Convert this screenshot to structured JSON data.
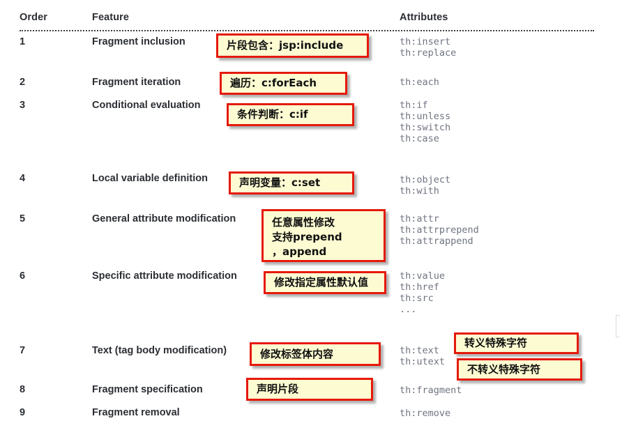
{
  "table": {
    "headers": {
      "order": "Order",
      "feature": "Feature",
      "attributes": "Attributes"
    },
    "rows": [
      {
        "order": "1",
        "feature": "Fragment inclusion",
        "attributes": "th:insert\nth:replace"
      },
      {
        "order": "2",
        "feature": "Fragment iteration",
        "attributes": "th:each"
      },
      {
        "order": "3",
        "feature": "Conditional evaluation",
        "attributes": "th:if\nth:unless\nth:switch\nth:case"
      },
      {
        "order": "4",
        "feature": "Local variable definition",
        "attributes": "th:object\nth:with"
      },
      {
        "order": "5",
        "feature": "General attribute modification",
        "attributes": "th:attr\nth:attrprepend\nth:attrappend"
      },
      {
        "order": "6",
        "feature": "Specific attribute modification",
        "attributes": "th:value\nth:href\nth:src\n..."
      },
      {
        "order": "7",
        "feature": "Text (tag body modification)",
        "attributes": "th:text\nth:utext"
      },
      {
        "order": "8",
        "feature": "Fragment specification",
        "attributes": "th:fragment"
      },
      {
        "order": "9",
        "feature": "Fragment removal",
        "attributes": "th:remove"
      }
    ]
  },
  "annotations": [
    {
      "id": "note-fragment-inclusion",
      "text": "片段包含：jsp:include"
    },
    {
      "id": "note-fragment-iteration",
      "text": "遍历：c:forEach"
    },
    {
      "id": "note-conditional",
      "text": "条件判断：c:if"
    },
    {
      "id": "note-local-variable",
      "text": "声明变量：c:set"
    },
    {
      "id": "note-general-attribute",
      "text": "任意属性修改\n支持prepend\n，append"
    },
    {
      "id": "note-specific-attribute",
      "text": "修改指定属性默认值"
    },
    {
      "id": "note-text-body",
      "text": "修改标签体内容"
    },
    {
      "id": "note-escape",
      "text": "转义特殊字符"
    },
    {
      "id": "note-unescape",
      "text": "不转义特殊字符"
    },
    {
      "id": "note-fragment-spec",
      "text": "声明片段"
    }
  ],
  "colors": {
    "note_border": "#e5190b",
    "note_fill": "#fdfbd2",
    "text": "#2b2e33",
    "attribute_text": "#6f7480",
    "rule": "#3a3d42"
  }
}
